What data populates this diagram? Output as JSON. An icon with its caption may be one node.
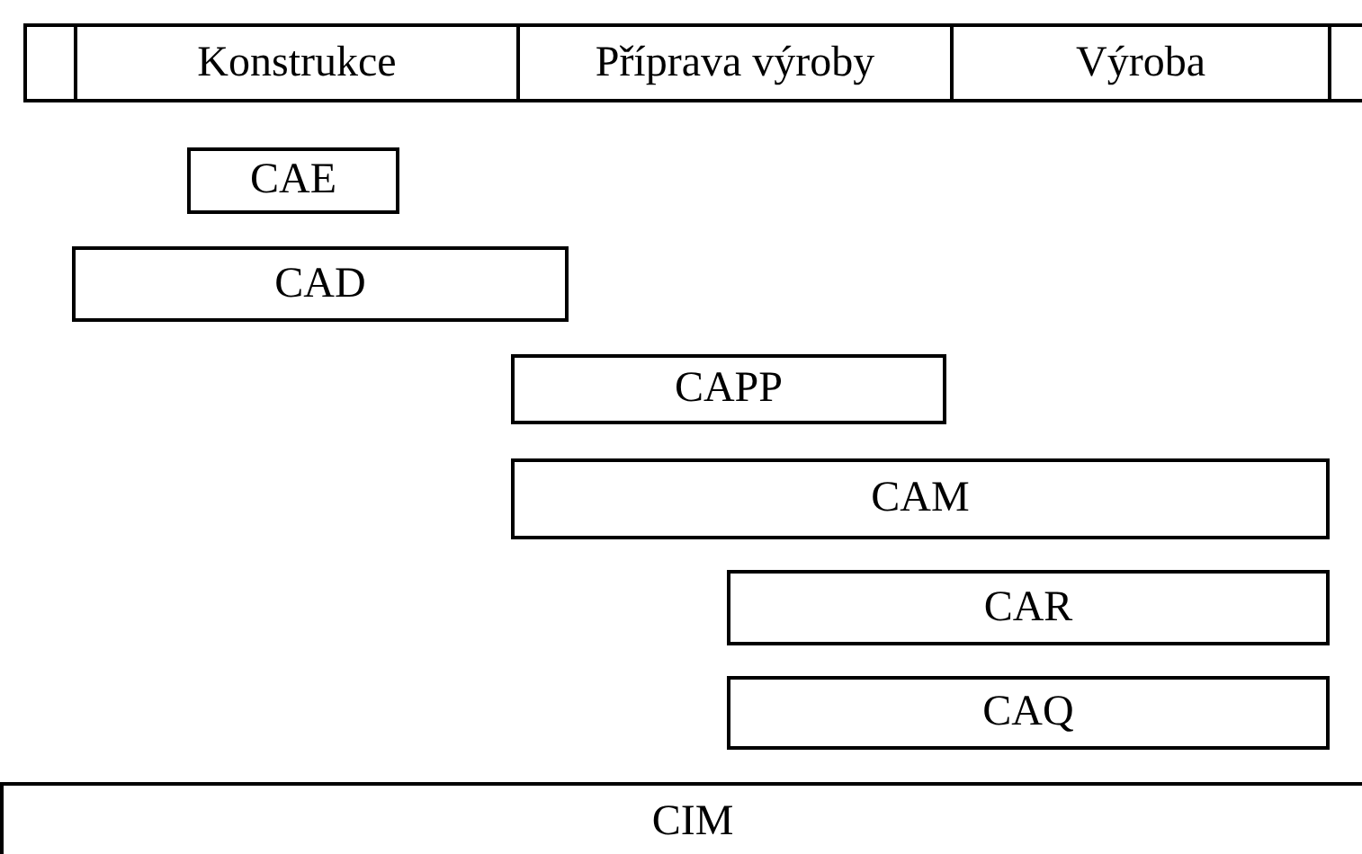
{
  "diagram": {
    "nodes": [
      {
        "text": [],
        "shape": "box"
      },
      {
        "text": [
          "Konstrukce"
        ]
      },
      {
        "text": [
          "Příprava výroby"
        ]
      },
      {
        "text": [
          "Výroba"
        ]
      },
      {
        "text": [],
        "shape": "box"
      },
      {
        "text": [
          "CAE"
        ]
      },
      {
        "text": [
          "CAD"
        ]
      },
      {
        "text": [
          "CAPP"
        ]
      },
      {
        "text": [
          "CAM"
        ]
      },
      {
        "text": [
          "CAR"
        ]
      },
      {
        "text": [
          "CAQ"
        ]
      },
      {
        "text": [
          "CIM"
        ]
      }
    ]
  }
}
